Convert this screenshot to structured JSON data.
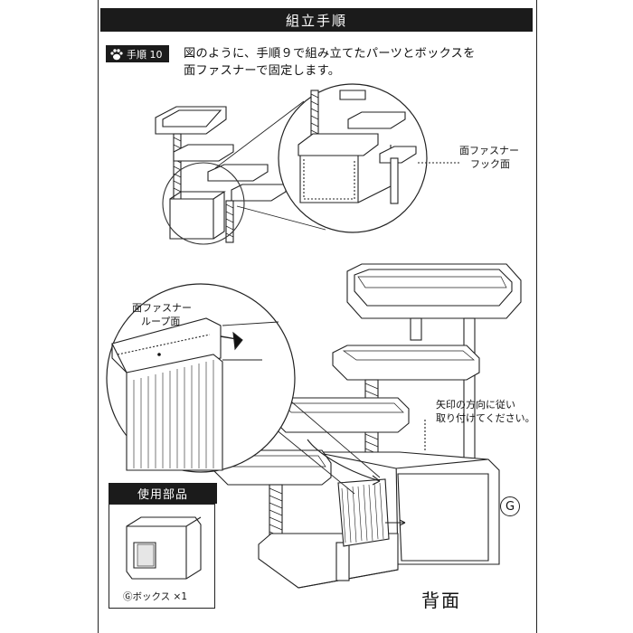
{
  "header": {
    "title": "組立手順"
  },
  "step": {
    "label": "手順 10"
  },
  "instruction": {
    "line1": "図のように、手順９で組み立てたパーツとボックスを",
    "line2": "面ファスナーで固定します。"
  },
  "callouts": {
    "hook_line1": "面ファスナー",
    "hook_line2": "フック面",
    "loop_line1": "面ファスナー",
    "loop_line2": "ループ面",
    "arrow_line1": "矢印の方向に従い",
    "arrow_line2": "取り付けてください。"
  },
  "parts": {
    "title": "使用部品",
    "caption": "Ⓖボックス ×1"
  },
  "part_marker": "G",
  "view_label": "背面"
}
